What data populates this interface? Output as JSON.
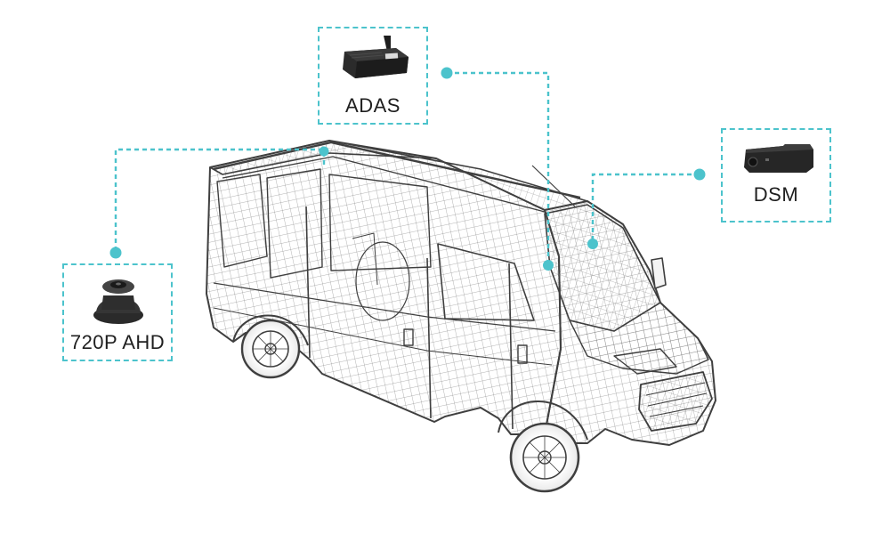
{
  "colors": {
    "accent": "#4cc3cc",
    "wireframe": "#4a4a4a",
    "device": "#2a2a2a"
  },
  "callouts": {
    "adas": {
      "label": "ADAS",
      "icon": "adas-unit-icon"
    },
    "dsm": {
      "label": "DSM",
      "icon": "dsm-camera-icon"
    },
    "ahd": {
      "label": "720P AHD",
      "icon": "dome-camera-icon"
    }
  }
}
